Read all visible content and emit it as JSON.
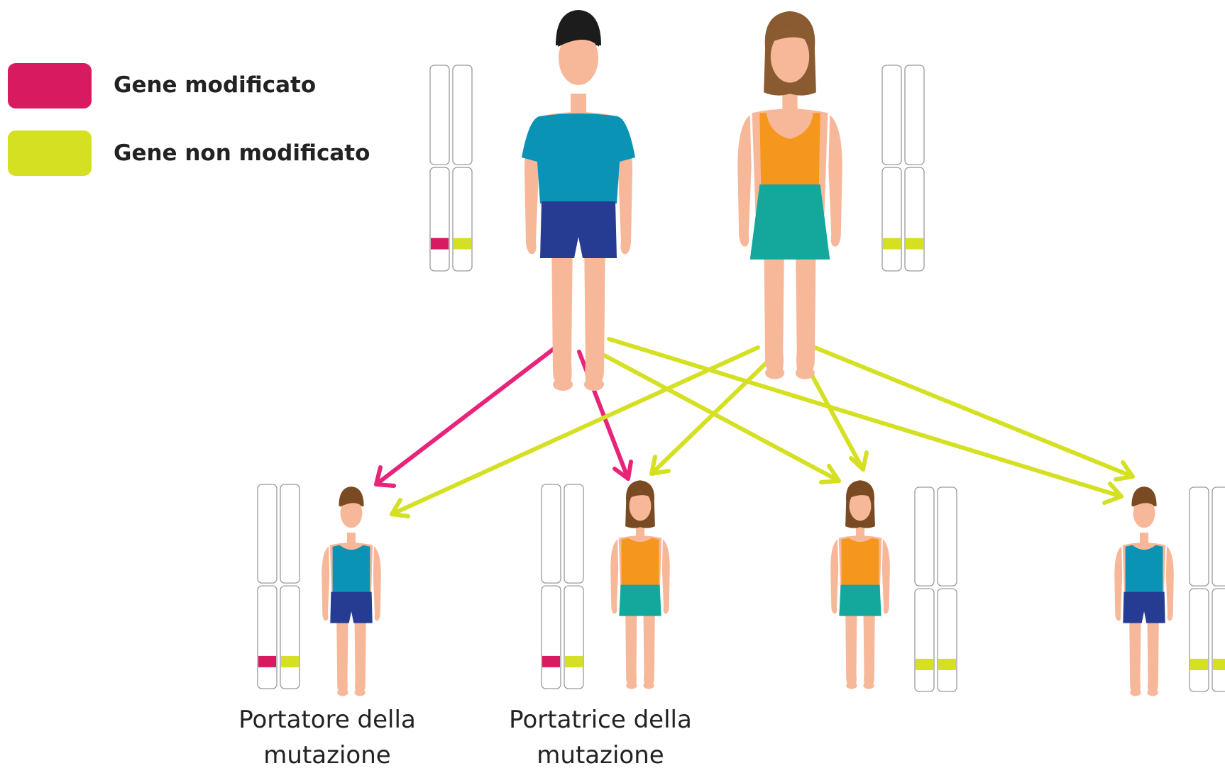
{
  "legend": [
    {
      "label": "Gene modificato",
      "color": "#d81b60"
    },
    {
      "label": "Gene non modificato",
      "color": "#d4e021"
    }
  ],
  "colors": {
    "modified": "#d81b60",
    "unmodified": "#d4e021",
    "arrow_modified": "#e8247a",
    "arrow_unmodified": "#d4e021",
    "skin": "#f7b89a",
    "male_shirt": "#0a93b5",
    "male_shorts": "#263c92",
    "female_top": "#f5961d",
    "female_skirt": "#14a89c"
  },
  "parents": [
    {
      "role": "father",
      "genes": [
        "modified",
        "unmodified"
      ]
    },
    {
      "role": "mother",
      "genes": [
        "unmodified",
        "unmodified"
      ]
    }
  ],
  "children": [
    {
      "sex": "male",
      "genes": [
        "modified",
        "unmodified"
      ],
      "caption": [
        "Portatore della",
        "mutazione"
      ]
    },
    {
      "sex": "female",
      "genes": [
        "modified",
        "unmodified"
      ],
      "caption": [
        "Portatrice della",
        "mutazione"
      ]
    },
    {
      "sex": "female",
      "genes": [
        "unmodified",
        "unmodified"
      ],
      "caption": []
    },
    {
      "sex": "male",
      "genes": [
        "unmodified",
        "unmodified"
      ],
      "caption": []
    }
  ]
}
